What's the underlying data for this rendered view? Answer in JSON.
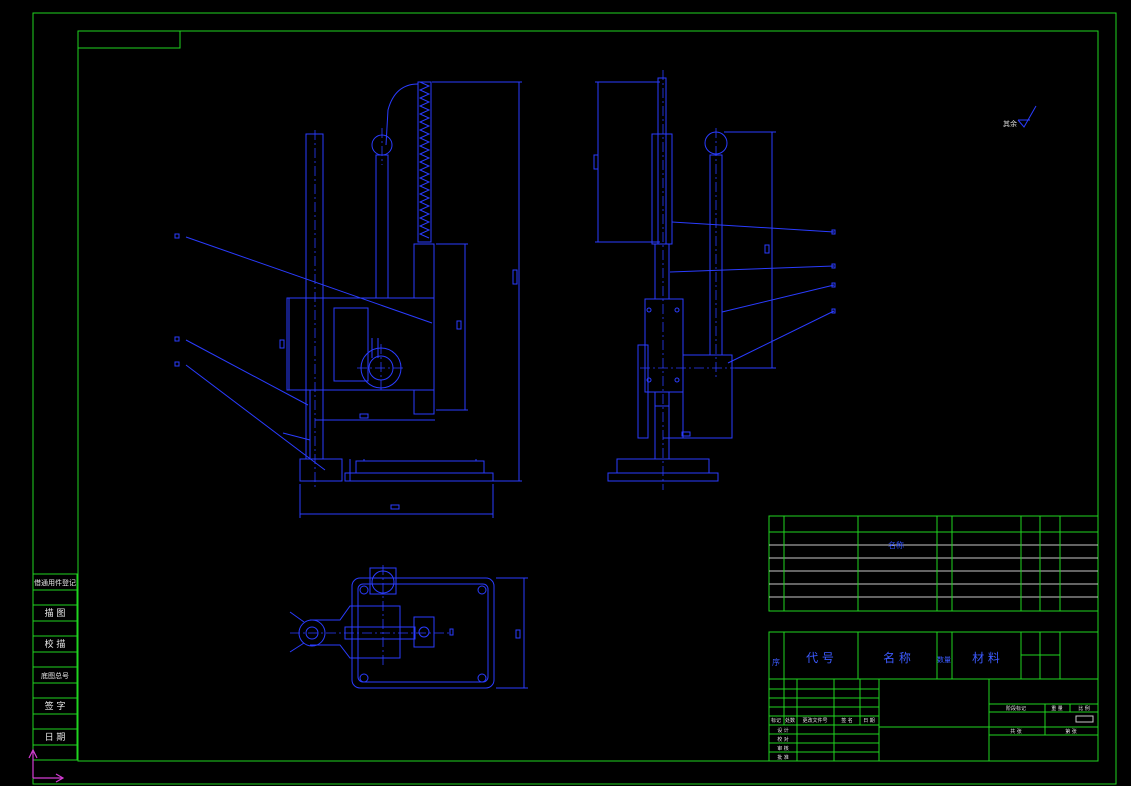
{
  "side_stamp": {
    "labels": [
      "借通用件登记",
      "描 图",
      "校 描",
      "底图总号",
      "签 字",
      "日 期"
    ]
  },
  "title_block": {
    "upper_header": "名称",
    "lower_labels": {
      "seq": "序",
      "code": "代 号",
      "name": "名 称",
      "qty": "数量",
      "material": "材 料"
    },
    "revision_cols": [
      "标记",
      "处数",
      "更改文件号",
      "签 名",
      "日 期"
    ],
    "sign_rows": [
      "设 计",
      "校 对",
      "审 核",
      "批 准"
    ],
    "stage_label": "阶段标记",
    "weight_label": "重 量",
    "scale_label": "比 例",
    "sheet_total": "共 张",
    "sheet_num": "第 张"
  },
  "roughness": {
    "label": "其余"
  }
}
